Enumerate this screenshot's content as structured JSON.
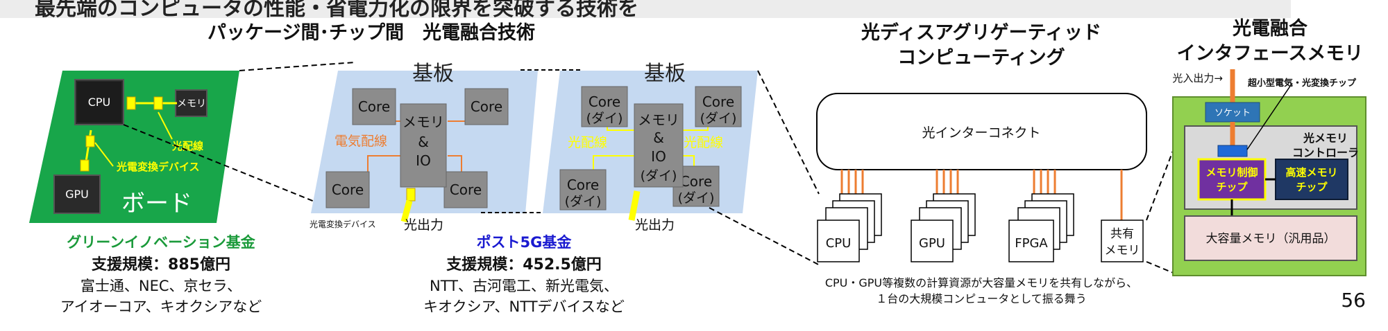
{
  "top_banner": "最先端のコンピュータの性能・省電力化の限界を突破する技術を",
  "section1": {
    "title": "パッケージ間･チップ間　光電融合技術",
    "board": {
      "cpu": "CPU",
      "memory": "メモリ",
      "gpu": "GPU",
      "board_label": "ボード",
      "optical_wiring": "光配線",
      "oe_device": "光電変換デバイス"
    },
    "substrate1": {
      "title": "基板",
      "core": "Core",
      "memory_io": [
        "メモリ",
        "&",
        "IO"
      ],
      "electrical_wiring": "電気配線",
      "oe_device": "光電変換デバイス",
      "optical_output": "光出力"
    },
    "substrate2": {
      "title": "基板",
      "core": "Core",
      "die": "(ダイ)",
      "memory_io": [
        "メモリ",
        "&",
        "IO",
        "(ダイ)"
      ],
      "optical_wiring": "光配線",
      "optical_output": "光出力"
    },
    "fund1": {
      "name": "グリーンイノベーション基金",
      "name_color": "#1a9a3a",
      "scale": "支援規模：885億円",
      "companies": [
        "富士通、NEC、京セラ、",
        "アイオーコア、キオクシアなど"
      ]
    },
    "fund2": {
      "name": "ポスト5G基金",
      "name_color": "#1a1ad0",
      "scale": "支援規模：452.5億円",
      "companies": [
        "NTT、古河電工、新光電気、",
        "キオクシア、NTTデバイスなど"
      ]
    }
  },
  "section2": {
    "title": [
      "光ディスアグリゲーティッド",
      "コンピューティング"
    ],
    "interconnect": "光インターコネクト",
    "units": [
      "CPU",
      "GPU",
      "FPGA"
    ],
    "shared_memory": [
      "共有",
      "メモリ"
    ],
    "caption": [
      "CPU・GPU等複数の計算資源が大容量メモリを共有しながら、",
      "１台の大規模コンピュータとして振る舞う"
    ]
  },
  "section3": {
    "title": [
      "光電融合",
      "インタフェースメモリ"
    ],
    "optical_io": "光入出力→",
    "small_converter": "超小型電気・光変換チップ",
    "socket": "ソケット",
    "controller": [
      "光メモリ",
      "コントローラ"
    ],
    "mem_control_chip": [
      "メモリ制御",
      "チップ"
    ],
    "fast_memory_chip": [
      "高速メモリ",
      "チップ"
    ],
    "large_memory": "大容量メモリ（汎用品）"
  },
  "page_number": "56",
  "colors": {
    "board_green": "#18a64a",
    "substrate_blue": "#c5d9f1",
    "core_gray": "#8c8c8c",
    "optical_yellow": "#ffff00",
    "electrical_orange": "#ed7d31",
    "purple_chip": "#7030a0",
    "navy_chip": "#1f3864",
    "mem_box_pink": "#f2dcdb",
    "outer_green": "#92d050",
    "socket_blue": "#2e75b6"
  }
}
